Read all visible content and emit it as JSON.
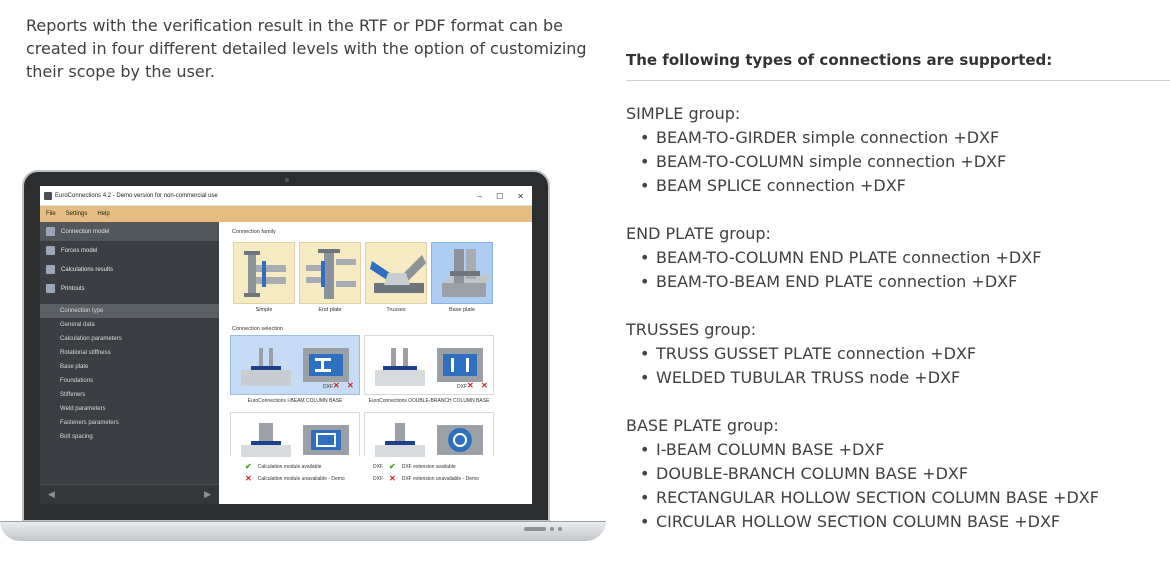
{
  "intro": "Reports with the verification result in the RTF or PDF format can be created in four different detailed levels with the option of customizing their scope by the user.",
  "app": {
    "title": "EuroConnections 4.2 - Demo version for non-commercial use",
    "window_controls": [
      "–",
      "☐",
      "✕"
    ],
    "menu": [
      "File",
      "Settings",
      "Help"
    ],
    "sidebar_main": [
      "Connection model",
      "Forces model",
      "Calculations results",
      "Printouts"
    ],
    "sidebar_sub": [
      "Connection type",
      "General data",
      "Calculation parameters",
      "Rotational stiffness",
      "Base plate",
      "Foundations",
      "Stiffeners",
      "Weld parameters",
      "Fasteners parameters",
      "Bolt spacing"
    ],
    "connection_family_label": "Connection family",
    "families": [
      "Simple",
      "End plate",
      "Trusses",
      "Base plate"
    ],
    "connection_selection_label": "Connection selection",
    "selections": [
      "EuroConnections I-BEAM COLUMN BASE",
      "EuroConnections DOUBLE-BRANCH COLUMN BASE"
    ],
    "dxf_tag": "DXF",
    "legend": [
      "Calculation module available",
      "Calculation module unavailable - Demo",
      "DXF extension available",
      "DXF extension unavailable - Demo"
    ],
    "nav_prev_icon": "arrow-left-icon",
    "nav_next_icon": "arrow-right-icon"
  },
  "supported": {
    "heading": "The following types of connections are supported:",
    "groups": [
      {
        "title": "SIMPLE group:",
        "items": [
          "BEAM-TO-GIRDER simple connection +DXF",
          "BEAM-TO-COLUMN simple connection +DXF",
          "BEAM SPLICE connection +DXF"
        ]
      },
      {
        "title": "END PLATE group:",
        "items": [
          "BEAM-TO-COLUMN END PLATE connection +DXF",
          "BEAM-TO-BEAM END PLATE connection +DXF"
        ]
      },
      {
        "title": "TRUSSES group:",
        "items": [
          "TRUSS GUSSET PLATE connection +DXF",
          "WELDED TUBULAR TRUSS node +DXF"
        ]
      },
      {
        "title": "BASE PLATE group:",
        "items": [
          "I-BEAM COLUMN BASE +DXF",
          "DOUBLE-BRANCH COLUMN BASE +DXF",
          "RECTANGULAR HOLLOW SECTION COLUMN BASE +DXF",
          "CIRCULAR HOLLOW SECTION COLUMN BASE +DXF"
        ]
      }
    ]
  },
  "colors": {
    "menubar": "#e5bd80",
    "sidebar": "#3b3f43",
    "selected": "#c6dcf4",
    "family_bg": "#f6eac3"
  }
}
